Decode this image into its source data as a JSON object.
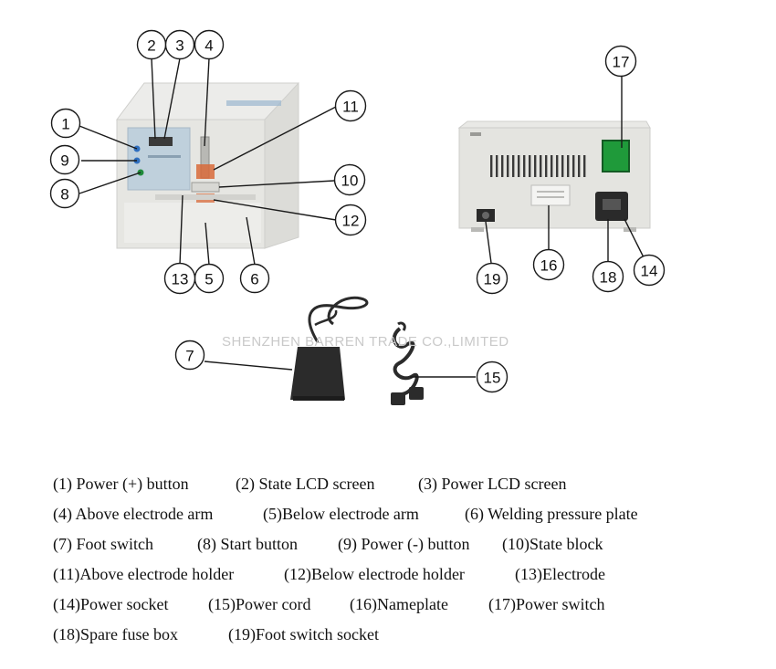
{
  "watermark": "SHENZHEN BARREN TRADE CO.,LIMITED",
  "callouts": [
    "1",
    "2",
    "3",
    "4",
    "5",
    "6",
    "7",
    "8",
    "9",
    "10",
    "11",
    "12",
    "13",
    "14",
    "15",
    "16",
    "17",
    "18",
    "19"
  ],
  "legend": {
    "rows": [
      [
        "(1)  Power (+) button",
        "(2) State LCD screen",
        "(3) Power LCD screen"
      ],
      [
        "(4)  Above electrode arm",
        "(5)Below electrode arm",
        "(6) Welding pressure plate"
      ],
      [
        "(7)  Foot switch",
        "(8) Start button",
        "(9) Power (-) button",
        "(10)State block"
      ],
      [
        "(11)Above electrode holder",
        "(12)Below electrode holder",
        "(13)Electrode"
      ],
      [
        "(14)Power socket",
        "(15)Power cord",
        "(16)Nameplate",
        "(17)Power switch"
      ],
      [
        "(18)Spare fuse box",
        "(19)Foot switch socket"
      ]
    ]
  },
  "colors": {
    "device_body": "#e4e4e0",
    "panel_blue": "#bfd0dc",
    "power_switch_green": "#1f9a3a",
    "foot_switch_black": "#2b2b2b"
  }
}
